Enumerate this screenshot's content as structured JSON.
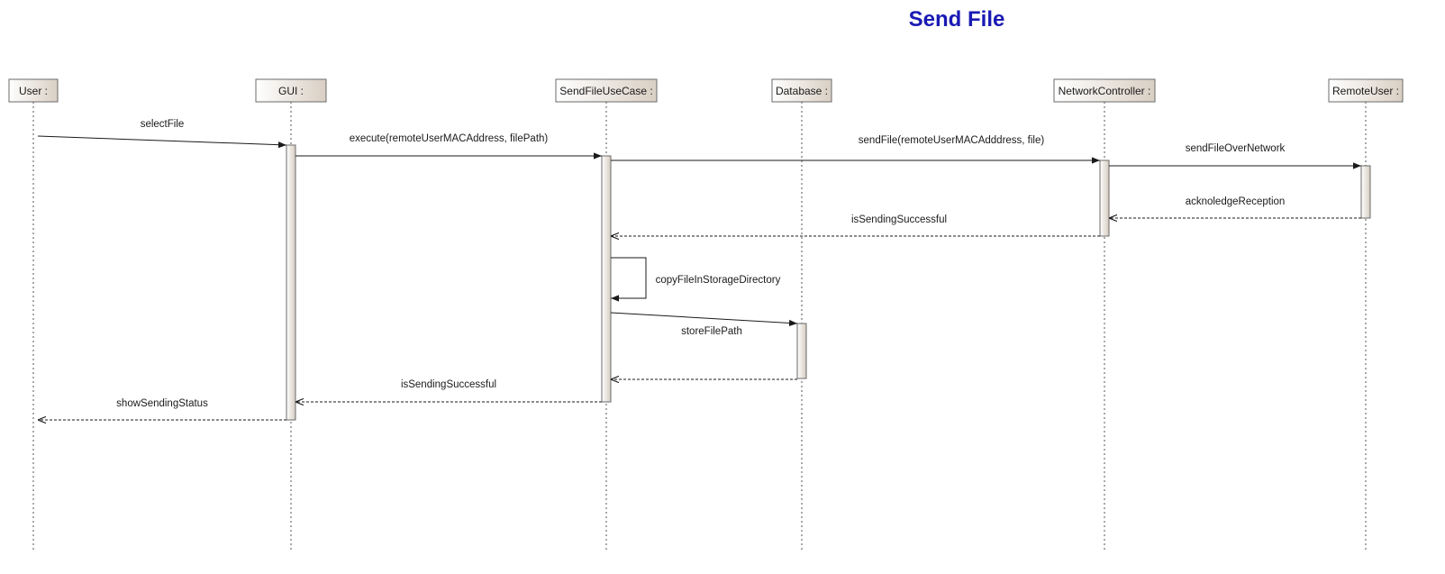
{
  "title": "Send File",
  "lifelines": [
    {
      "name": "User :"
    },
    {
      "name": "GUI :"
    },
    {
      "name": "SendFileUseCase :"
    },
    {
      "name": "Database :"
    },
    {
      "name": "NetworkController :"
    },
    {
      "name": "RemoteUser :"
    }
  ],
  "messages": [
    {
      "label": "selectFile",
      "from": "User :",
      "to": "GUI :",
      "kind": "sync"
    },
    {
      "label": "execute(remoteUserMACAddress, filePath)",
      "from": "GUI :",
      "to": "SendFileUseCase :",
      "kind": "sync"
    },
    {
      "label": "sendFile(remoteUserMACAdddress, file)",
      "from": "SendFileUseCase :",
      "to": "NetworkController :",
      "kind": "sync"
    },
    {
      "label": "sendFileOverNetwork",
      "from": "NetworkController :",
      "to": "RemoteUser :",
      "kind": "sync"
    },
    {
      "label": "acknoledgeReception",
      "from": "RemoteUser :",
      "to": "NetworkController :",
      "kind": "return"
    },
    {
      "label": "isSendingSuccessful",
      "from": "NetworkController :",
      "to": "SendFileUseCase :",
      "kind": "return"
    },
    {
      "label": "copyFileInStorageDirectory",
      "from": "SendFileUseCase :",
      "to": "SendFileUseCase :",
      "kind": "self"
    },
    {
      "label": "storeFilePath",
      "from": "SendFileUseCase :",
      "to": "Database :",
      "kind": "sync"
    },
    {
      "label": "",
      "from": "Database :",
      "to": "SendFileUseCase :",
      "kind": "return"
    },
    {
      "label": "isSendingSuccessful",
      "from": "SendFileUseCase :",
      "to": "GUI :",
      "kind": "return"
    },
    {
      "label": "showSendingStatus",
      "from": "GUI :",
      "to": "User :",
      "kind": "return"
    }
  ],
  "colors": {
    "title": "#1a1ab4",
    "header_fill_light": "#ffffff",
    "header_fill_dark": "#d9cfc3",
    "line": "#1a1a1a",
    "activation_fill": "#ece6df"
  }
}
